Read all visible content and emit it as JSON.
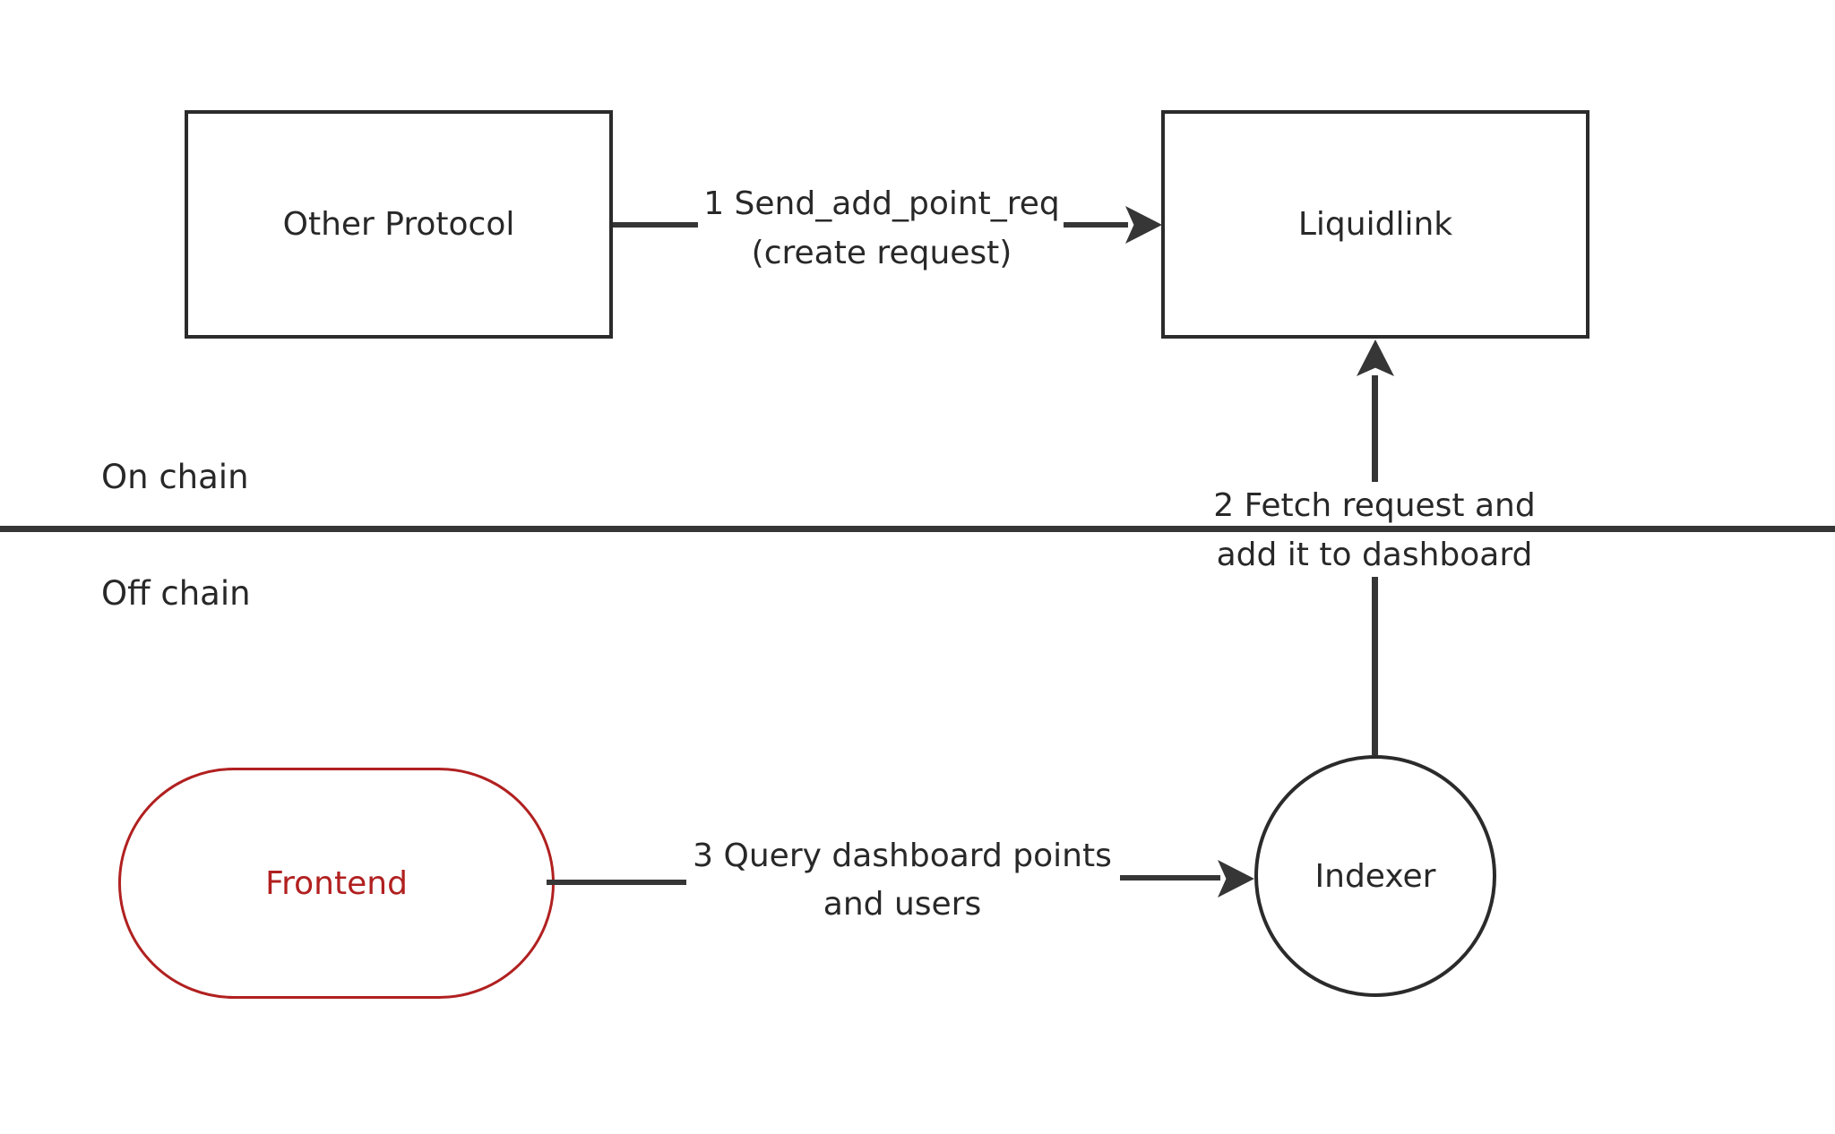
{
  "diagram": {
    "zones": {
      "on_chain": "On chain",
      "off_chain": "Off chain"
    },
    "nodes": {
      "other_protocol": {
        "label": "Other Protocol",
        "shape": "rectangle"
      },
      "liquidlink": {
        "label": "Liquidlink",
        "shape": "rectangle"
      },
      "frontend": {
        "label": "Frontend",
        "shape": "stadium"
      },
      "indexer": {
        "label": "Indexer",
        "shape": "circle"
      }
    },
    "edges": [
      {
        "from": "other_protocol",
        "to": "liquidlink",
        "label_line1": "1 Send_add_point_req",
        "label_line2": "(create request)"
      },
      {
        "from": "indexer",
        "to": "liquidlink",
        "label_line1": "2 Fetch request and",
        "label_line2": "add it to dashboard"
      },
      {
        "from": "frontend",
        "to": "indexer",
        "label_line1": "3 Query dashboard points",
        "label_line2": "and users"
      }
    ],
    "colors": {
      "background": "#ffffff",
      "line": "#363636",
      "text": "#282828",
      "accent_red": "#b12020"
    }
  }
}
